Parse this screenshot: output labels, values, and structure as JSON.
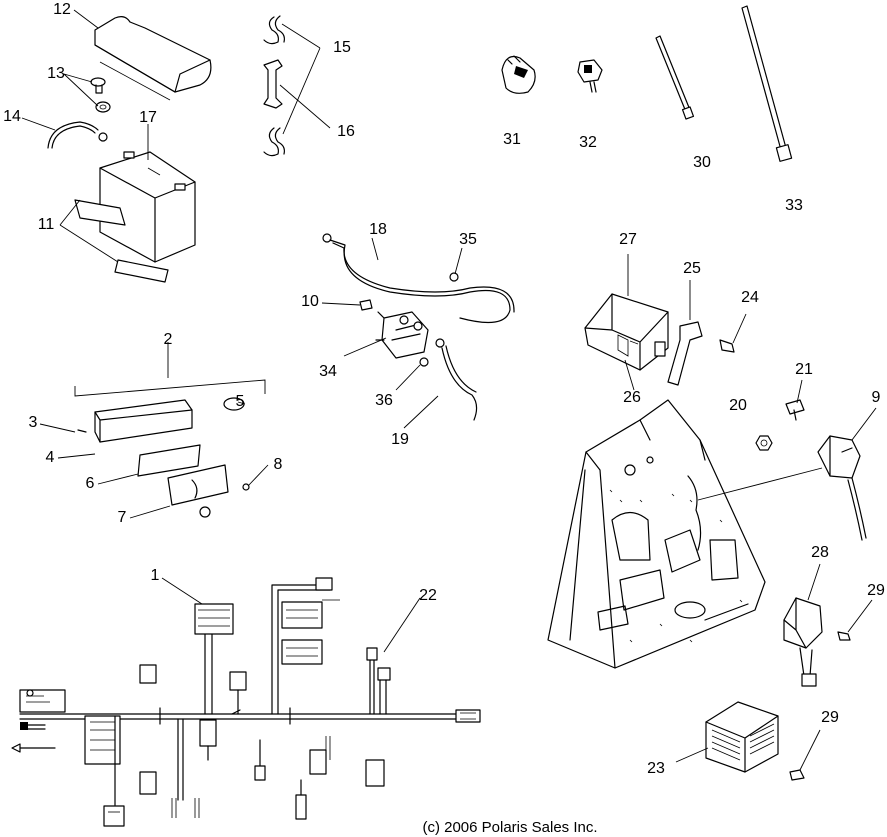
{
  "callouts": {
    "c1": "1",
    "c2": "2",
    "c3": "3",
    "c4": "4",
    "c5": "5",
    "c6": "6",
    "c7": "7",
    "c8": "8",
    "c9": "9",
    "c10": "10",
    "c11": "11",
    "c12": "12",
    "c13": "13",
    "c14": "14",
    "c15": "15",
    "c16": "16",
    "c17": "17",
    "c18": "18",
    "c19": "19",
    "c20": "20",
    "c21": "21",
    "c22": "22",
    "c23": "23",
    "c24": "24",
    "c25": "25",
    "c26": "26",
    "c27": "27",
    "c28": "28",
    "c29a": "29",
    "c29b": "29",
    "c30": "30",
    "c31": "31",
    "c32": "32",
    "c33": "33",
    "c34": "34",
    "c35": "35",
    "c36": "36"
  },
  "copyright": "(c) 2006 Polaris Sales Inc."
}
